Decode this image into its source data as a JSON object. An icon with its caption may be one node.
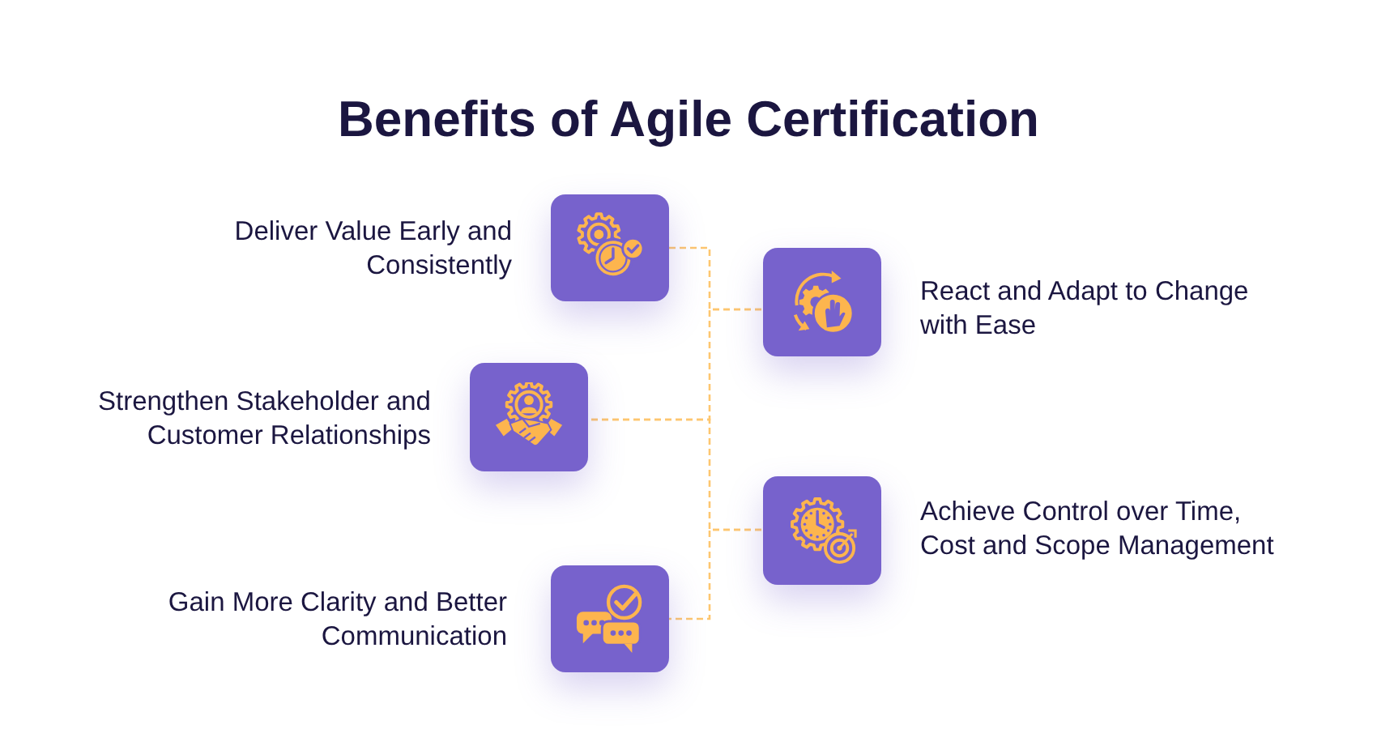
{
  "diagram": {
    "title": "Benefits of Agile Certification",
    "nodes": [
      {
        "text": [],
        "shape": "box",
        "beside": [
          "Deliver Value Early and Consistently"
        ]
      },
      {
        "text": [],
        "shape": "box",
        "beside": [
          "React and Adapt to Change with Ease"
        ]
      },
      {
        "text": [],
        "shape": "box",
        "beside": [
          "Strengthen Stakeholder and Customer Relationships"
        ]
      },
      {
        "text": [],
        "shape": "box",
        "beside": [
          "Achieve Control over Time, Cost and Scope Management"
        ]
      },
      {
        "text": [],
        "shape": "box",
        "beside": [
          "Gain More Clarity and Better Communication"
        ]
      }
    ],
    "edges": [
      {
        "from": 0,
        "to": 1,
        "arrow": "none",
        "style": "dashed"
      },
      {
        "from": 1,
        "to": 2,
        "arrow": "none",
        "style": "dashed"
      },
      {
        "from": 2,
        "to": 3,
        "arrow": "none",
        "style": "dashed"
      },
      {
        "from": 3,
        "to": 4,
        "arrow": "none",
        "style": "dashed"
      }
    ]
  }
}
